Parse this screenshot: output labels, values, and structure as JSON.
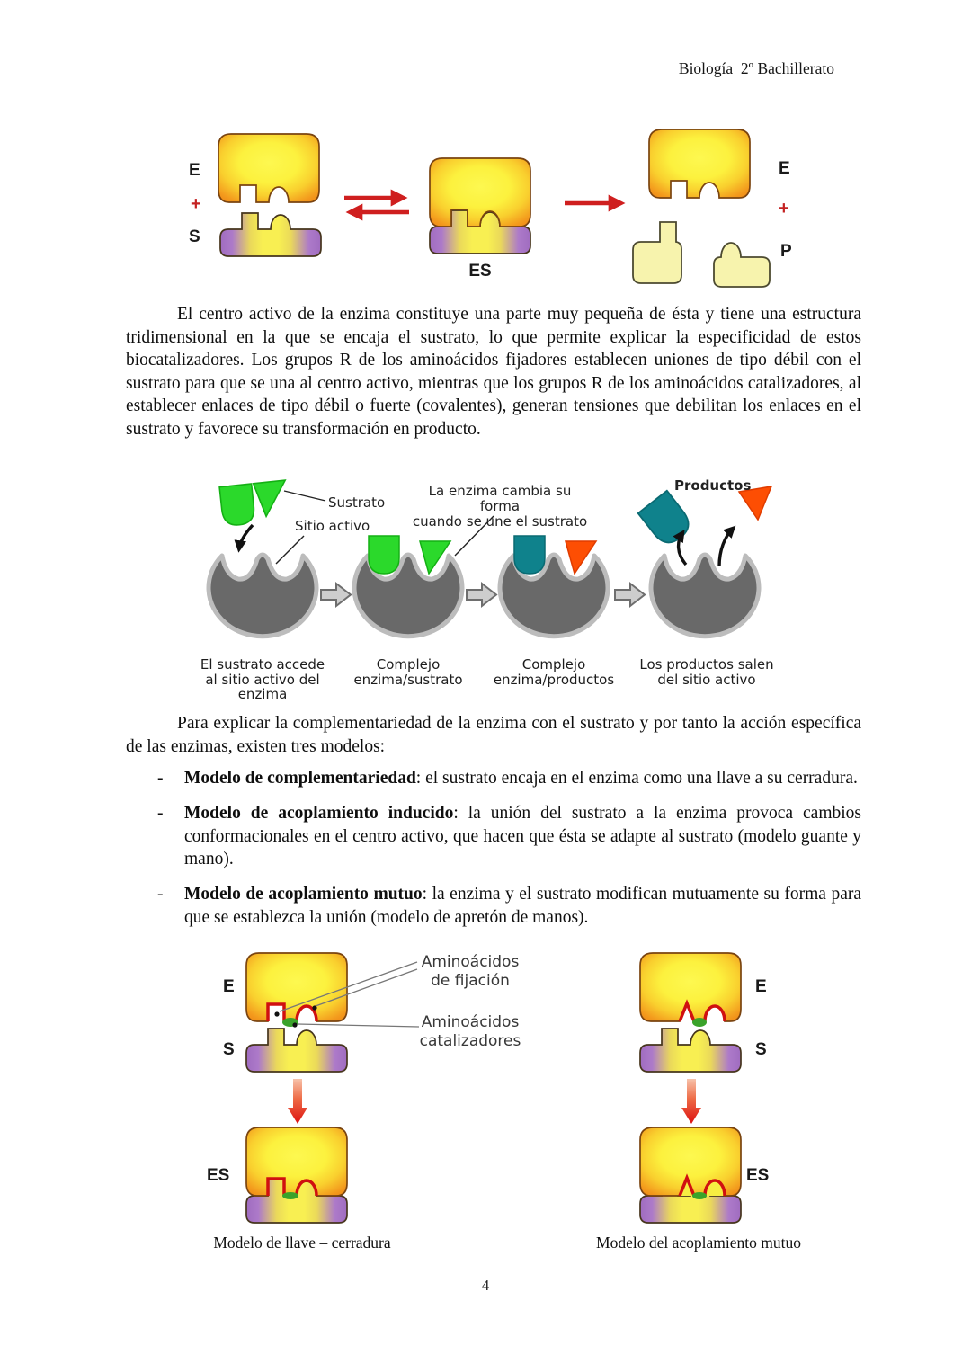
{
  "header": {
    "title": "Biología  2º Bachillerato"
  },
  "figure_top": {
    "labels": {
      "e_left": "E",
      "plus_left": "+",
      "s_left": "S",
      "es": "ES",
      "e_right": "E",
      "plus_right": "+",
      "p_right": "P"
    }
  },
  "paragraph1": "El centro activo de la enzima constituye una parte muy pequeña de ésta y tiene una estructura tridimensional en la que se encaja el sustrato, lo que permite explicar la especificidad de estos biocatalizadores. Los grupos R de los aminoácidos fijadores establecen uniones de tipo débil con el sustrato para que se una al centro activo, mientras que los grupos R de los aminoácidos catalizadores, al establecer enlaces de tipo débil o fuerte (covalentes), generan tensiones que debilitan los enlaces en el sustrato y favorece su transformación en producto.",
  "figure_fit": {
    "labels": {
      "sustrato": "Sustrato",
      "sitio_activo": "Sitio activo",
      "cambio": "La enzima cambia su forma\ncuando se une el sustrato",
      "productos": "Productos"
    },
    "captions": [
      "El sustrato accede\nal sitio activo del enzima",
      "Complejo\nenzima/sustrato",
      "Complejo\nenzima/productos",
      "Los productos salen\ndel sitio activo"
    ]
  },
  "paragraph2": "Para explicar la complementariedad de la enzima con el sustrato y por tanto la acción específica de las enzimas, existen tres modelos:",
  "bullets": [
    {
      "dash": "-",
      "term": "Modelo de complementariedad",
      "text": ": el sustrato encaja en el enzima como una llave a su cerradura."
    },
    {
      "dash": "-",
      "term": "Modelo de acoplamiento inducido",
      "text": ": la unión del sustrato a la enzima provoca cambios conformacionales en el centro activo, que hacen que ésta se adapte al sustrato (modelo guante y mano)."
    },
    {
      "dash": "-",
      "term": "Modelo de acoplamiento mutuo",
      "text": ": la enzima y el sustrato modifican mutuamente su forma para que se establezca la unión (modelo de apretón de manos)."
    }
  ],
  "figure_models": {
    "labels": {
      "e_left": "E",
      "s_left": "S",
      "es_left": "ES",
      "e_right": "E",
      "s_right": "S",
      "es_right": "ES",
      "fijacion": "Aminoácidos\nde fijación",
      "catalizadores": "Aminoácidos\ncatalizadores"
    },
    "captions": {
      "left": "Modelo de llave – cerradura",
      "right": "Modelo del acoplamiento mutuo"
    }
  },
  "page_number": "4",
  "colors": {
    "enzyme_orange": "#ee7f12",
    "enzyme_yellow": "#fdf84a",
    "substrate_purple": "#a06cc0",
    "substrate_yellow": "#f8ef52",
    "product_pale": "#f7f3ad",
    "arrow_red": "#cf1f1f",
    "enzyme_gray": "#696969",
    "substrate_green": "#2bd92b",
    "product_teal": "#0f828c",
    "product_orange": "#fd4e03",
    "fixation_red": "#d01010",
    "catalytic_green": "#3aa32a"
  }
}
